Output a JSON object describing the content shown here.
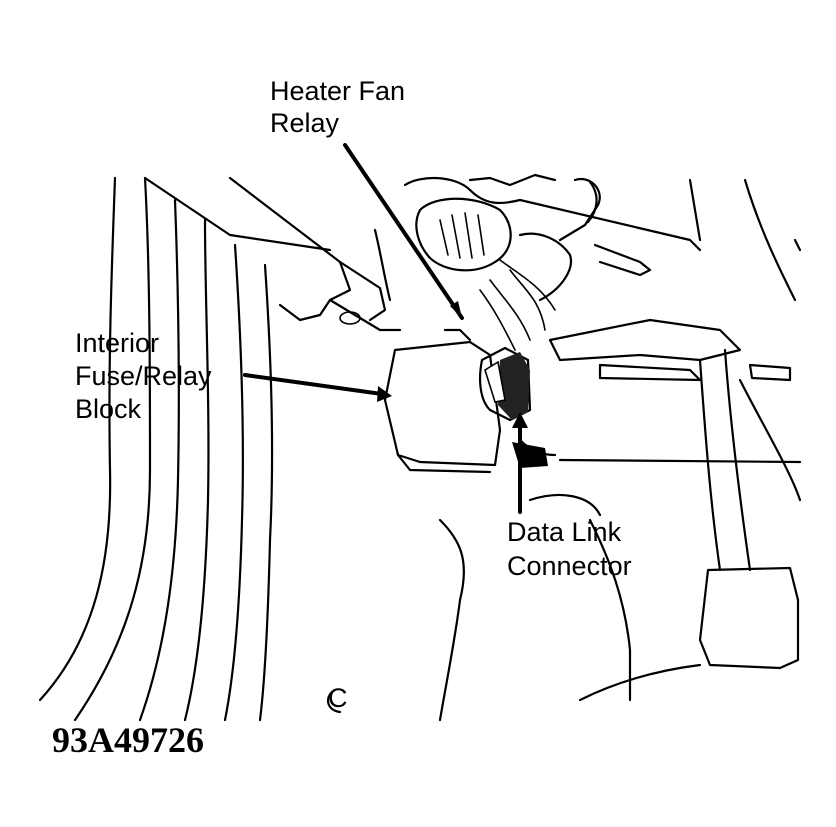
{
  "labels": {
    "heater_fan_relay": [
      "Heater Fan",
      "Relay"
    ],
    "fuse_relay_block": [
      "Interior",
      "Fuse/Relay",
      "Block"
    ],
    "data_link_connector": [
      "Data Link",
      "Connector"
    ],
    "small_mark": "C"
  },
  "figure_id": "93A49726"
}
